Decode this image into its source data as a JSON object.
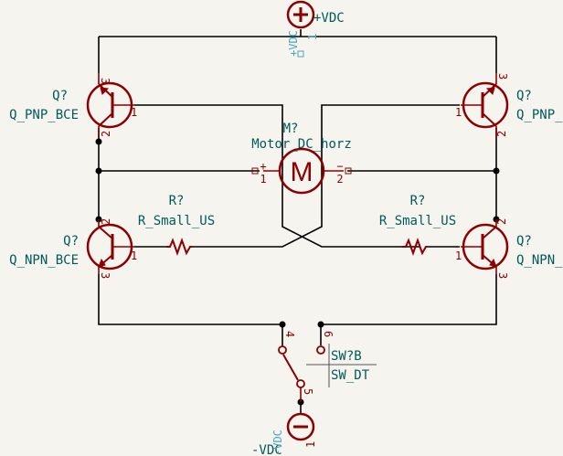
{
  "colors": {
    "background": "#f5f4ef",
    "wire": "#000000",
    "component": "#8b0000",
    "label": "#005a5a",
    "pin_number": "#8b0000",
    "power_pin": "#48a8b8"
  },
  "power_top": {
    "label": "+VDC",
    "pin_name": "+VDC",
    "pin_number": "1",
    "symbol": "plus-icon"
  },
  "power_bottom": {
    "label": "-VDC",
    "pin_name": "-VDC",
    "pin_number": "1",
    "symbol": "minus-icon"
  },
  "motor": {
    "ref": "M?",
    "value": "Motor_DC_horz",
    "glyph": "M",
    "pin_plus": "+",
    "pin_minus": "−",
    "pin1": "1",
    "pin2": "2"
  },
  "q_top_left": {
    "ref": "Q?",
    "value": "Q_PNP_BCE",
    "pin_b": "1",
    "pin_c": "2",
    "pin_e": "3"
  },
  "q_top_right": {
    "ref": "Q?",
    "value": "Q_PNP_BCE",
    "pin_b": "1",
    "pin_c": "2",
    "pin_e": "3"
  },
  "q_bot_left": {
    "ref": "Q?",
    "value": "Q_NPN_BCE",
    "pin_b": "1",
    "pin_c": "2",
    "pin_e": "3"
  },
  "q_bot_right": {
    "ref": "Q?",
    "value": "Q_NPN_BCE",
    "pin_b": "1",
    "pin_c": "2",
    "pin_e": "3"
  },
  "r_left": {
    "ref": "R?",
    "value": "R_Small_US"
  },
  "r_right": {
    "ref": "R?",
    "value": "R_Small_US"
  },
  "switch": {
    "ref": "SW?B",
    "value": "SW_DT",
    "pin4": "4",
    "pin6": "6",
    "pin5": "5"
  }
}
